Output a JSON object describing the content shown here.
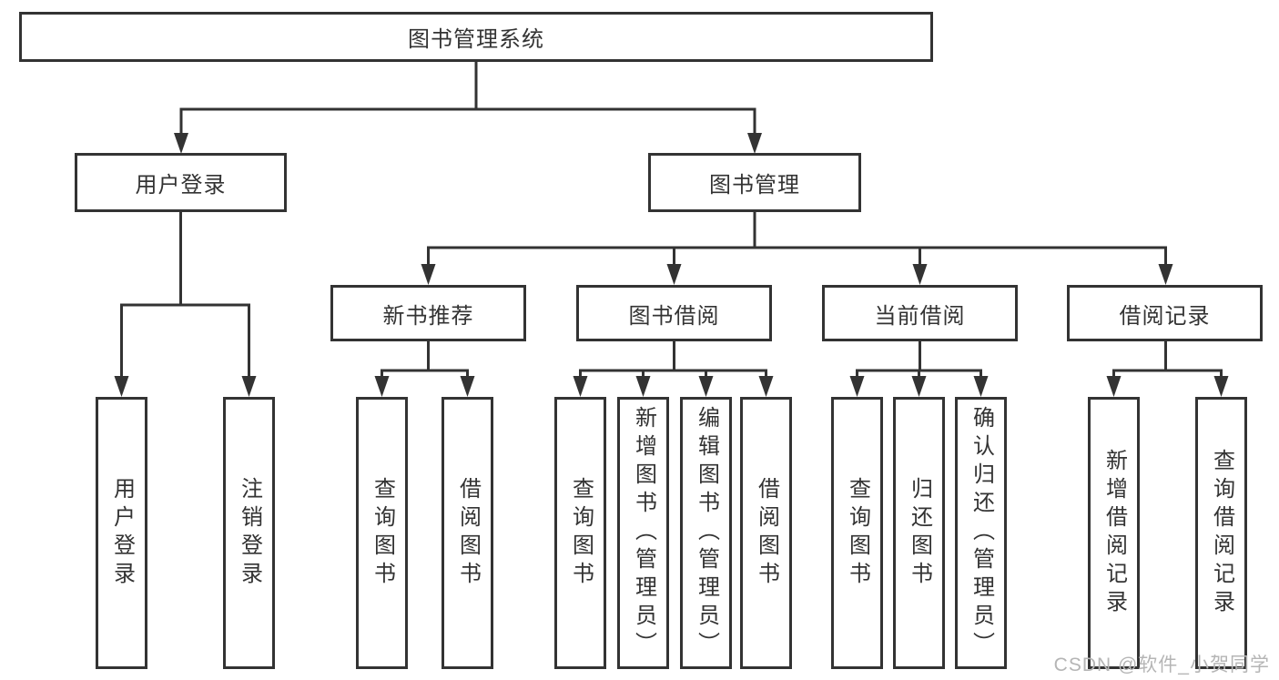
{
  "tree": {
    "label": "图书管理系统",
    "children": [
      {
        "label": "用户登录",
        "children": [
          {
            "label": "用户登录"
          },
          {
            "label": "注销登录"
          }
        ]
      },
      {
        "label": "图书管理",
        "children": [
          {
            "label": "新书推荐",
            "children": [
              {
                "label": "查询图书"
              },
              {
                "label": "借阅图书"
              }
            ]
          },
          {
            "label": "图书借阅",
            "children": [
              {
                "label": "查询图书"
              },
              {
                "label": "新增图书（管理员）"
              },
              {
                "label": "编辑图书（管理员）"
              },
              {
                "label": "借阅图书"
              }
            ]
          },
          {
            "label": "当前借阅",
            "children": [
              {
                "label": "查询图书"
              },
              {
                "label": "归还图书"
              },
              {
                "label": "确认归还（管理员）"
              }
            ]
          },
          {
            "label": "借阅记录",
            "children": [
              {
                "label": "新增借阅记录"
              },
              {
                "label": "查询借阅记录"
              }
            ]
          }
        ]
      }
    ]
  },
  "watermark": {
    "text": "CSDN @软件_小贺同学"
  },
  "colors": {
    "line_color": "#333333",
    "text_color": "#333333",
    "watermark_color": "#b5b5b5",
    "bg_color": "#ffffff"
  }
}
